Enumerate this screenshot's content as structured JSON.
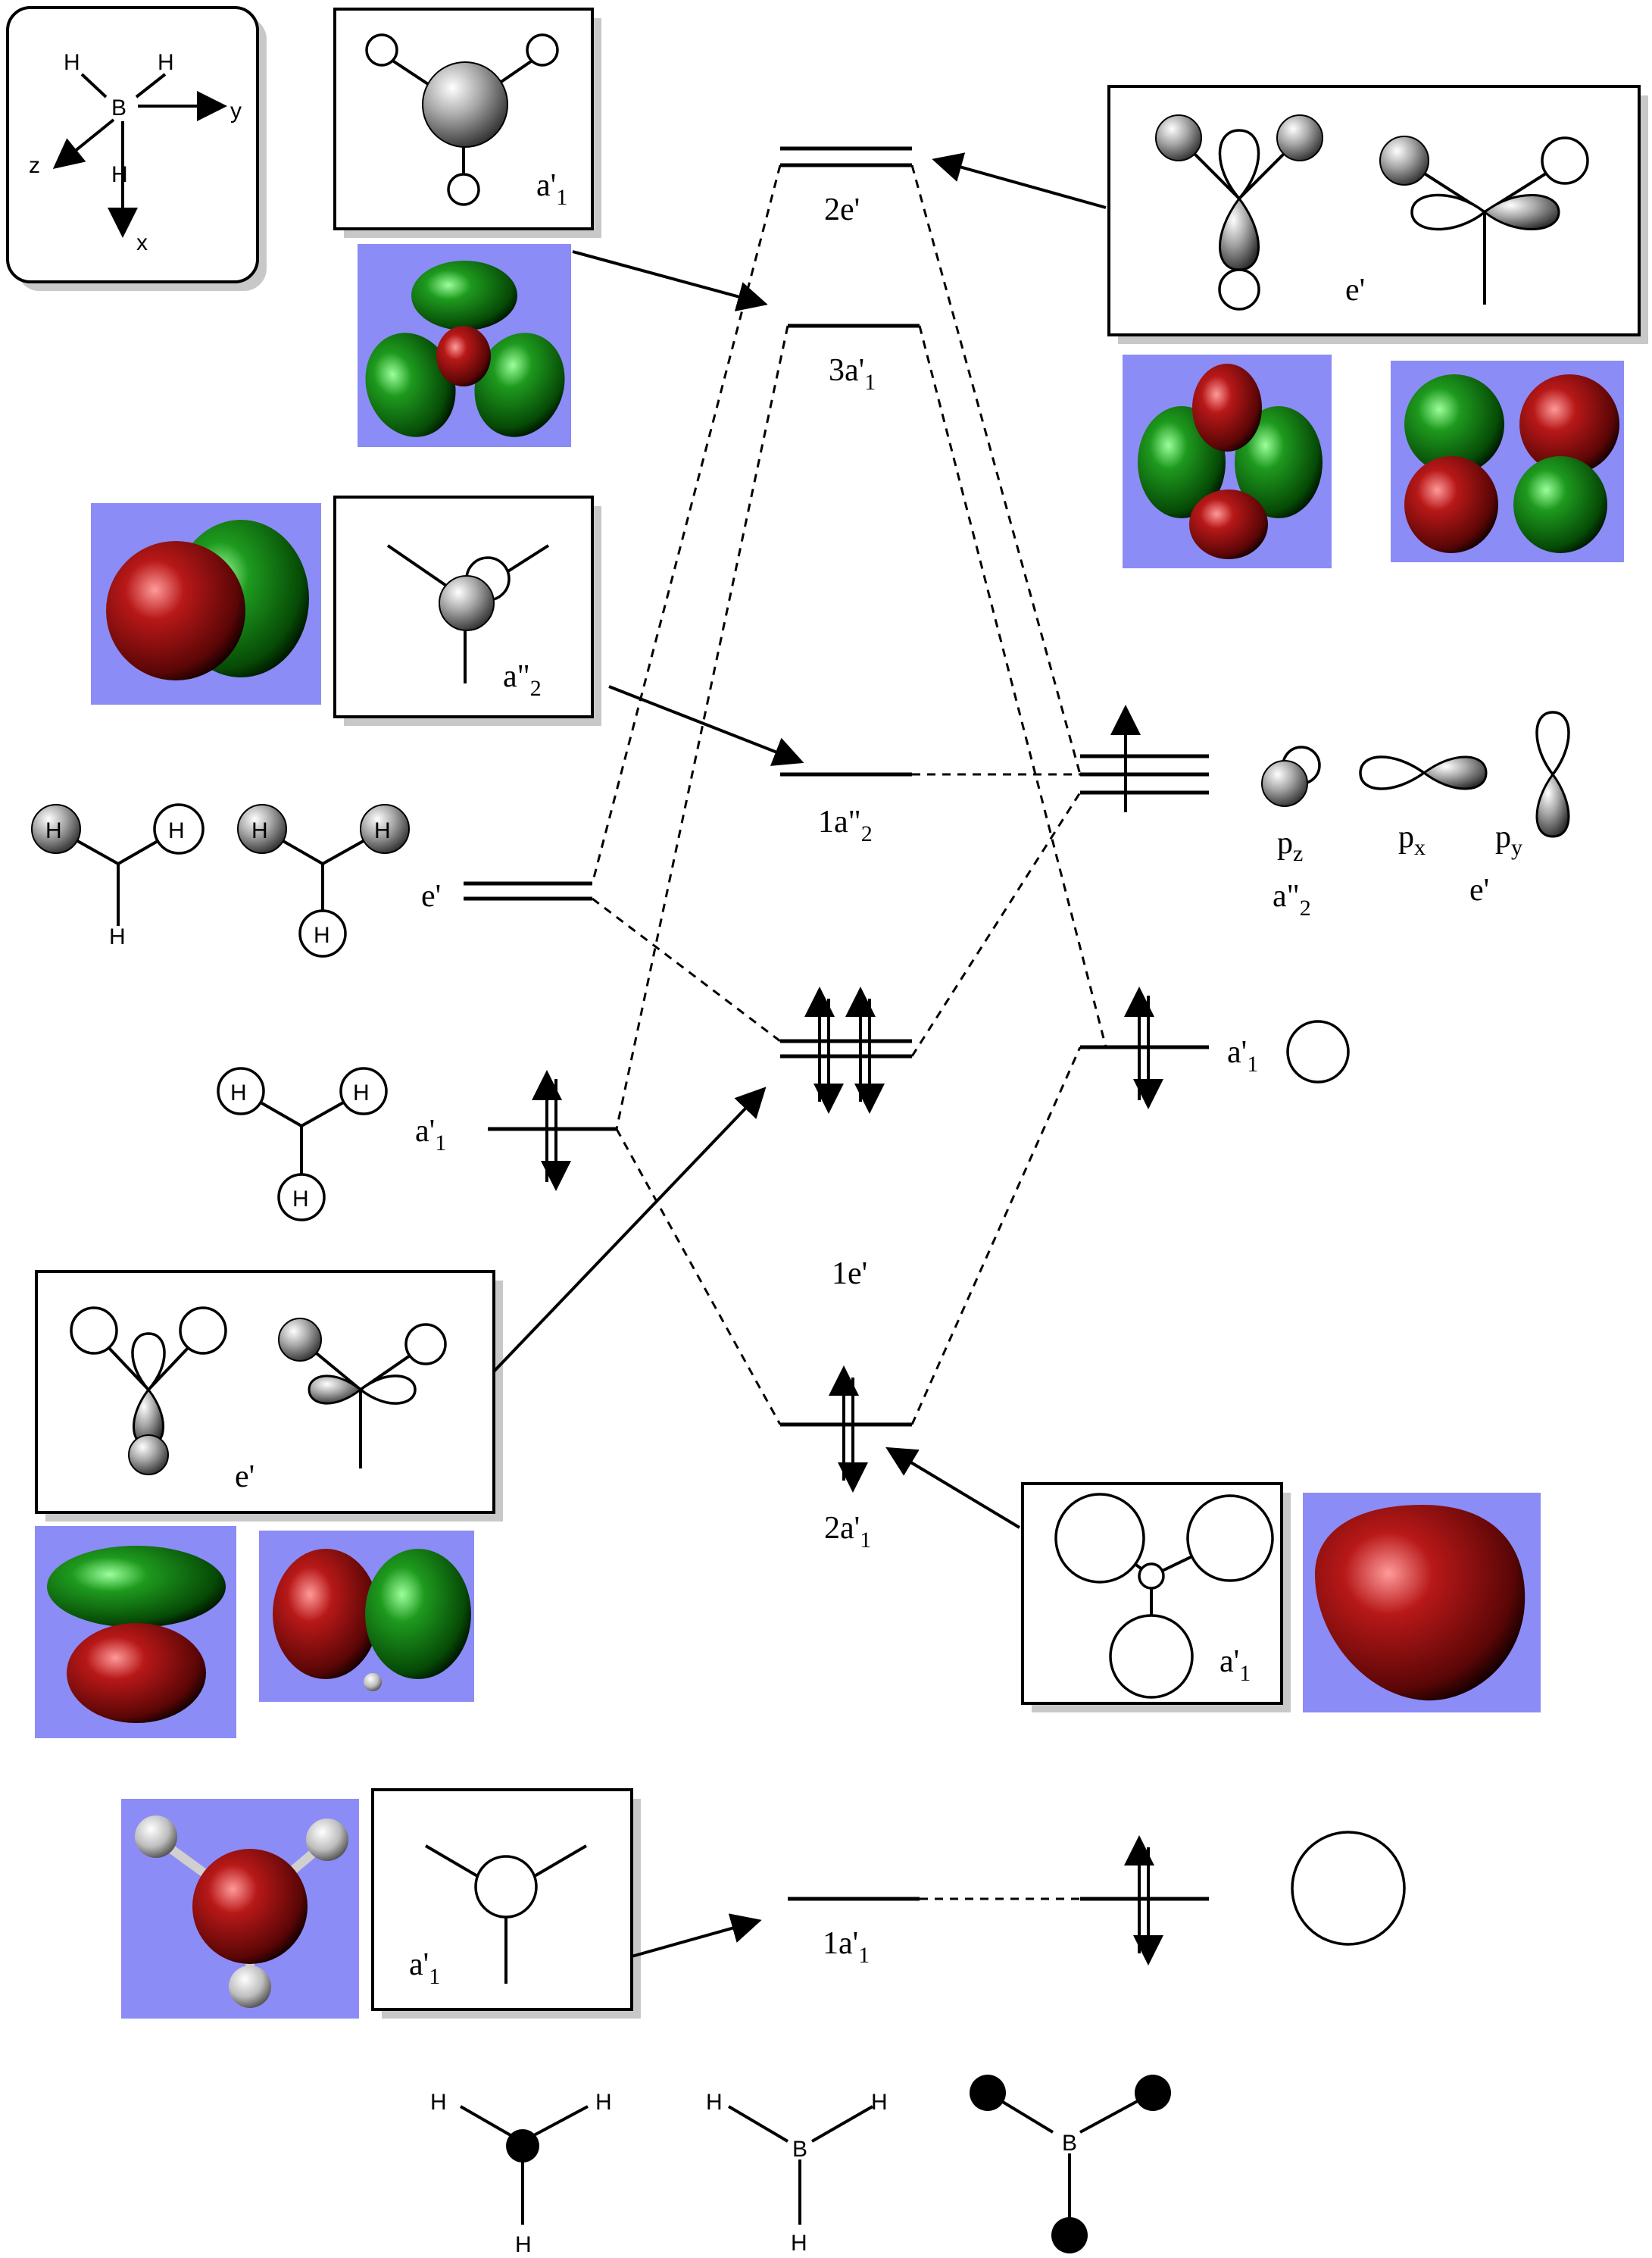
{
  "axes": {
    "x": "x",
    "y": "y",
    "z": "z",
    "b": "B",
    "h": "H"
  },
  "atoms": {
    "h": "H",
    "b": "B"
  },
  "levels": {
    "mo_2e": "2e'",
    "mo_3a1": "3a'",
    "mo_3a1_sub": "1",
    "mo_1a2": "1a\"",
    "mo_1a2_sub": "2",
    "mo_1e": "1e'",
    "mo_2a1": "2a'",
    "mo_2a1_sub": "1",
    "mo_1a1": "1a'",
    "mo_1a1_sub": "1"
  },
  "ligand_levels": {
    "e_label": "e'",
    "a1_label": "a'",
    "a1_sub": "1"
  },
  "boron_levels": {
    "pz": "p",
    "pz_sub": "z",
    "px": "p",
    "px_sub": "x",
    "py": "p",
    "py_sub": "y",
    "a2": "a\"",
    "a2_sub": "2",
    "e": "e'",
    "a1": "a'",
    "a1_sub": "1"
  },
  "boxes": {
    "top_a1": "a'",
    "top_a1_sub": "1",
    "a2": "a\"",
    "a2_sub": "2",
    "right_e": "e'",
    "left_e": "e'",
    "right_a1": "a'",
    "right_a1_sub": "1",
    "bottom_a1": "a'",
    "bottom_a1_sub": "1"
  },
  "colors": {
    "mo_background": "#8c8cf6",
    "lobe_red": "#a01414",
    "lobe_green": "#148c14"
  }
}
